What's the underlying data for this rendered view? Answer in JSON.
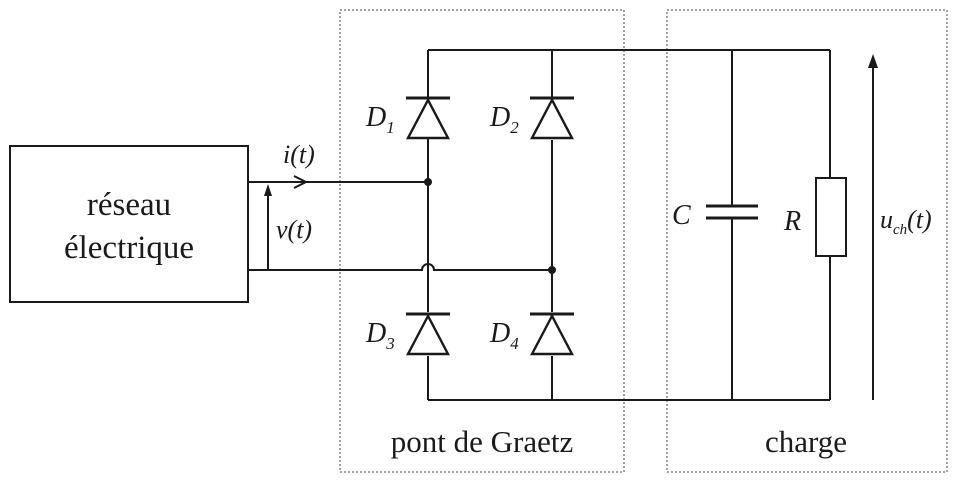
{
  "source": {
    "line1": "réseau",
    "line2": "électrique"
  },
  "current": {
    "symbol": "i(t)"
  },
  "voltage": {
    "symbol": "v(t)"
  },
  "bridge": {
    "label": "pont de Graetz",
    "diodes": [
      {
        "base": "D",
        "sub": "1"
      },
      {
        "base": "D",
        "sub": "2"
      },
      {
        "base": "D",
        "sub": "3"
      },
      {
        "base": "D",
        "sub": "4"
      }
    ]
  },
  "load": {
    "label": "charge",
    "capacitor": "C",
    "resistor": "R",
    "output_voltage": {
      "base": "u",
      "sub": "ch",
      "suffix": "(t)"
    }
  }
}
